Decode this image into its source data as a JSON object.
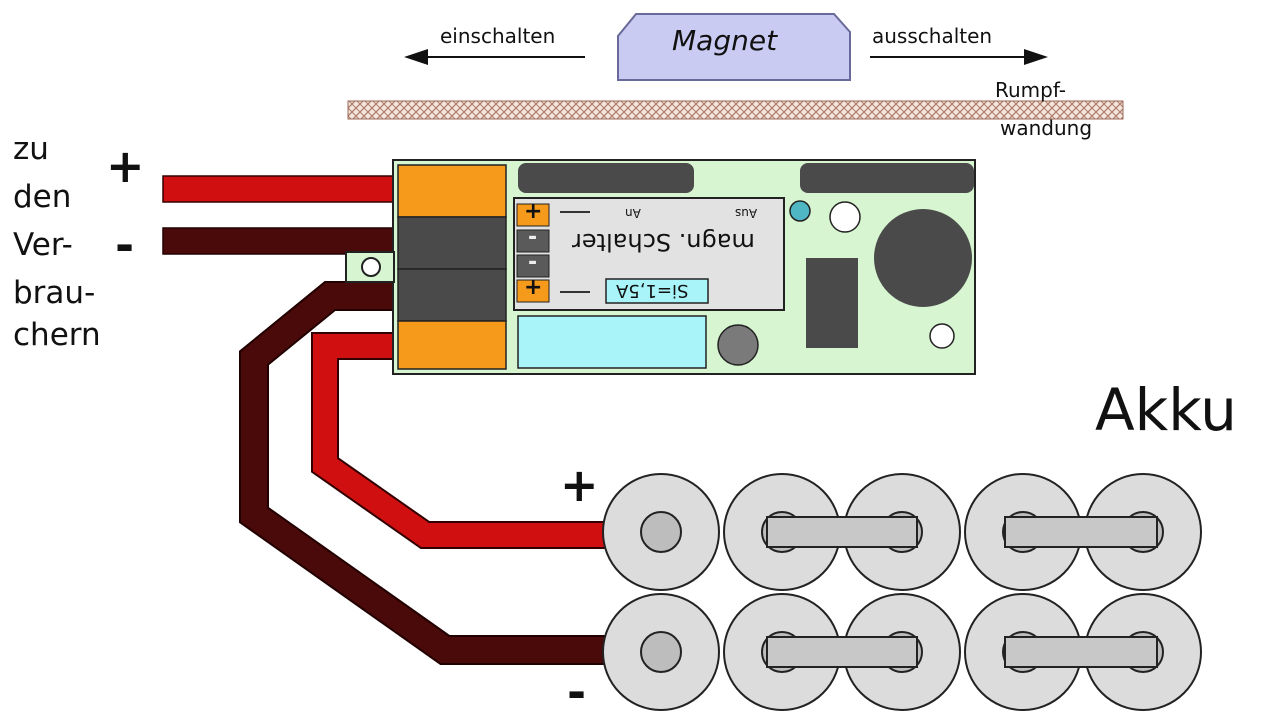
{
  "magnet": {
    "label": "Magnet"
  },
  "arrows": {
    "on_label": "einschalten",
    "off_label": "ausschalten"
  },
  "hull": {
    "label_line1": "Rumpf-",
    "label_line2": "wandung"
  },
  "consumer": {
    "line1": "zu",
    "line2": "den",
    "line3": "Ver-",
    "line4": "brau-",
    "line5": "chern",
    "plus": "+",
    "minus": "-"
  },
  "switch_module": {
    "title": "magn. Schalter",
    "on": "An",
    "off": "Aus",
    "fuse": "Si=1,5A",
    "pin_plus": "+",
    "pin_minus": "-"
  },
  "battery": {
    "label": "Akku",
    "plus": "+",
    "minus": "-"
  },
  "colors": {
    "wire_positive": "#d01010",
    "wire_negative": "#4a0a0a",
    "pcb": "#d6f5d0",
    "connector": "#f59a1a",
    "magnet_fill": "#c9cbf2",
    "fuse_fill": "#a8f4f8",
    "cell_fill": "#dcdcdc"
  }
}
